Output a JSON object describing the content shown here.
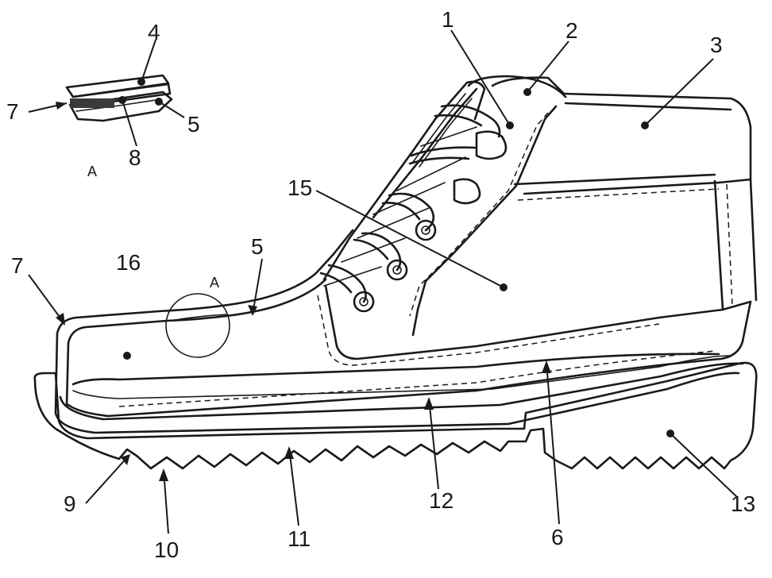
{
  "callouts": {
    "n1": "1",
    "n2": "2",
    "n3": "3",
    "n4": "4",
    "n5_detail": "5",
    "n5_main": "5",
    "n6": "6",
    "n7_detail": "7",
    "n7_main": "7",
    "n8": "8",
    "n9": "9",
    "n10": "10",
    "n11": "11",
    "n12": "12",
    "n13": "13",
    "n15": "15",
    "n16": "16"
  },
  "detail_marker": "A",
  "detail_caption": "A"
}
